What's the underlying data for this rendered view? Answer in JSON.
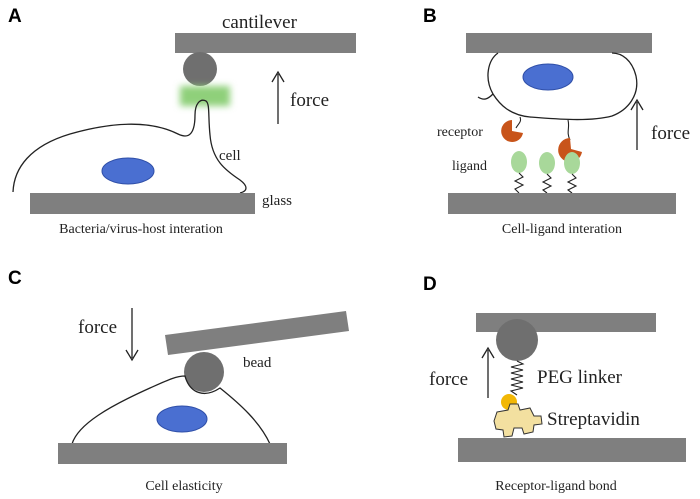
{
  "panels": {
    "a": {
      "letter": "A",
      "cantilever_label": "cantilever",
      "force_label": "force",
      "cell_label": "cell",
      "glass_label": "glass",
      "caption": "Bacteria/virus-host interation"
    },
    "b": {
      "letter": "B",
      "receptor_label": "receptor",
      "ligand_label": "ligand",
      "force_label": "force",
      "caption": "Cell-ligand interation"
    },
    "c": {
      "letter": "C",
      "force_label": "force",
      "bead_label": "bead",
      "caption": "Cell elasticity"
    },
    "d": {
      "letter": "D",
      "force_label": "force",
      "peg_label": "PEG linker",
      "streptavidin_label": "Streptavidin",
      "caption": "Receptor-ligand bond"
    }
  },
  "colors": {
    "bar": "#7f7f7f",
    "bead": "#6f6f6f",
    "nucleus": "#4a6fd1",
    "receptor": "#c8541a",
    "ligand": "#a8d89a",
    "bacteria_blur": "#8fd07a",
    "biotin": "#f2b705",
    "streptavidin": "#f3e0a0"
  }
}
